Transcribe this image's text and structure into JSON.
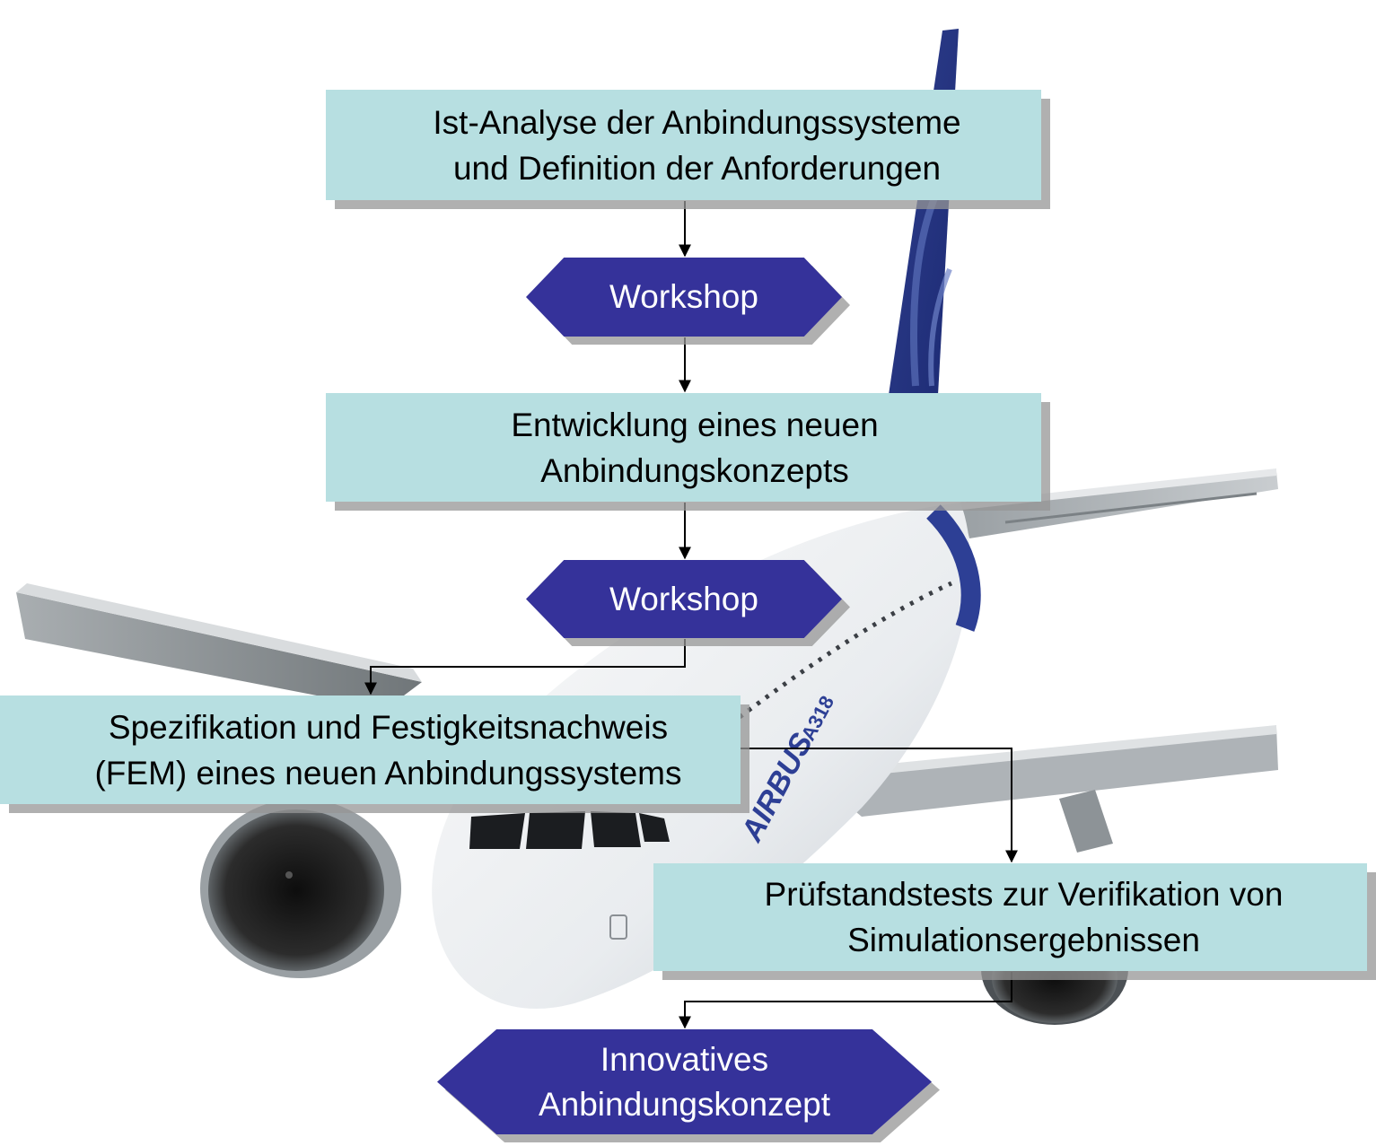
{
  "diagram": {
    "steps": [
      {
        "id": "ist-analyse",
        "lines": [
          "Ist-Analyse der Anbindungssysteme",
          "und Definition der Anforderungen"
        ]
      },
      {
        "id": "workshop-1",
        "lines": [
          "Workshop"
        ]
      },
      {
        "id": "entwicklung",
        "lines": [
          "Entwicklung eines neuen",
          "Anbindungskonzepts"
        ]
      },
      {
        "id": "workshop-2",
        "lines": [
          "Workshop"
        ]
      },
      {
        "id": "spezifikation",
        "lines": [
          "Spezifikation und Festigkeitsnachweis",
          "(FEM) eines neuen Anbindungssystems"
        ]
      },
      {
        "id": "pruefstand",
        "lines": [
          "Prüfstandstests zur Verifikation von",
          "Simulationsergebnissen"
        ]
      },
      {
        "id": "ergebnis",
        "lines": [
          "Innovatives",
          "Anbindungskonzept"
        ]
      }
    ],
    "background": {
      "aircraft_livery_lines": [
        "AIRBUS",
        "A318"
      ]
    },
    "colors": {
      "box_fill": "#b7dfe1",
      "hexagon_fill": "#35329a",
      "hexagon_text": "#ffffff",
      "connector": "#000000"
    }
  }
}
